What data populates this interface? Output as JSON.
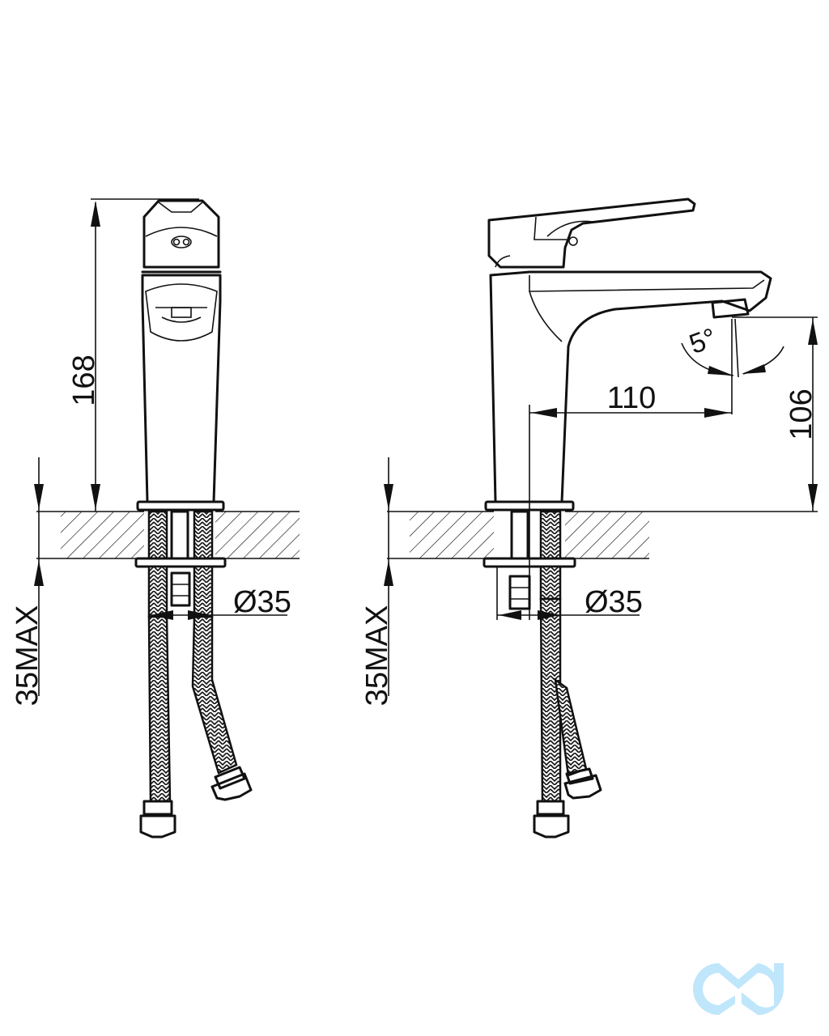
{
  "dimensions": {
    "overall_height": "168",
    "spout_reach": "110",
    "spout_height": "106",
    "hole_diameter_left": "Ø35",
    "hole_diameter_right": "Ø35",
    "max_thickness_left": "35MAX",
    "max_thickness_right": "35MAX",
    "spout_angle": "5°"
  },
  "colors": {
    "line": "#111111",
    "logo": "#bfe6fb"
  },
  "logo": {
    "icon": "infinity-logo-icon"
  }
}
